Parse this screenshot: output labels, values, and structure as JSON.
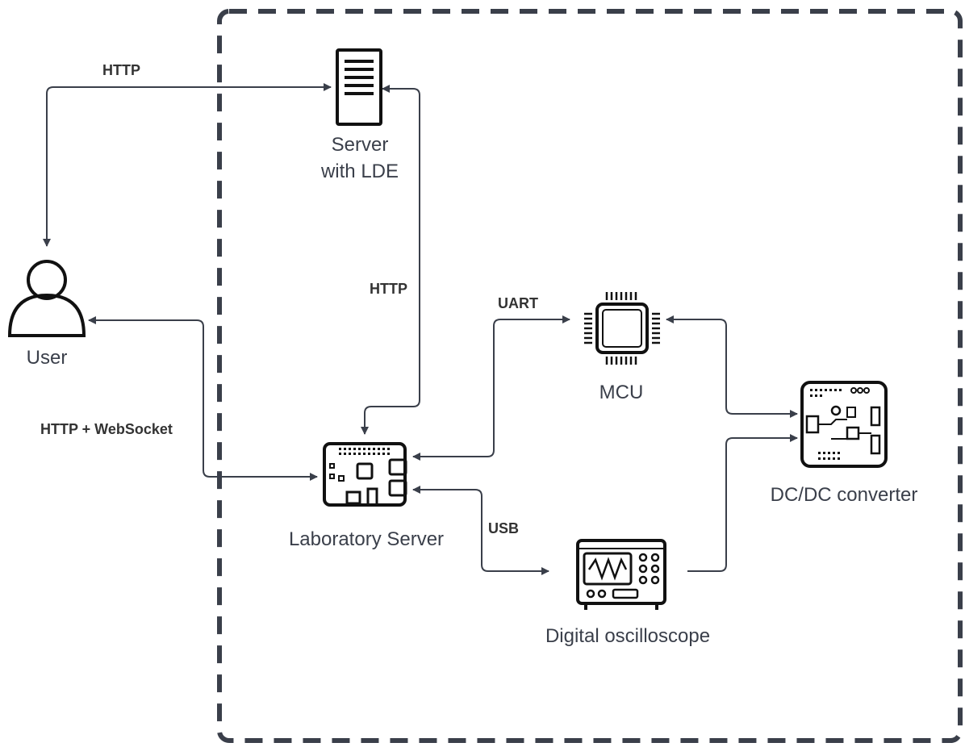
{
  "nodes": {
    "server_lde": {
      "label_line1": "Server",
      "label_line2": "with LDE",
      "icon": "server-rack-icon"
    },
    "user": {
      "label": "User",
      "icon": "user-icon"
    },
    "lab_server": {
      "label": "Laboratory Server",
      "icon": "single-board-computer-icon"
    },
    "mcu": {
      "label": "MCU",
      "icon": "microchip-icon"
    },
    "dcdc": {
      "label": "DC/DC converter",
      "icon": "circuit-board-icon"
    },
    "oscilloscope": {
      "label": "Digital oscilloscope",
      "icon": "oscilloscope-icon"
    }
  },
  "connections": {
    "user_server_lde": "HTTP",
    "lab_server_server_lde": "HTTP",
    "user_lab_server": "HTTP + WebSocket",
    "lab_server_mcu": "UART",
    "lab_server_oscilloscope": "USB"
  },
  "colors": {
    "line": "#3a3f4a",
    "boundary": "#3a3f4a",
    "icon": "#111111",
    "label_text": "#3a3f4a",
    "connection_text": "#333333"
  }
}
